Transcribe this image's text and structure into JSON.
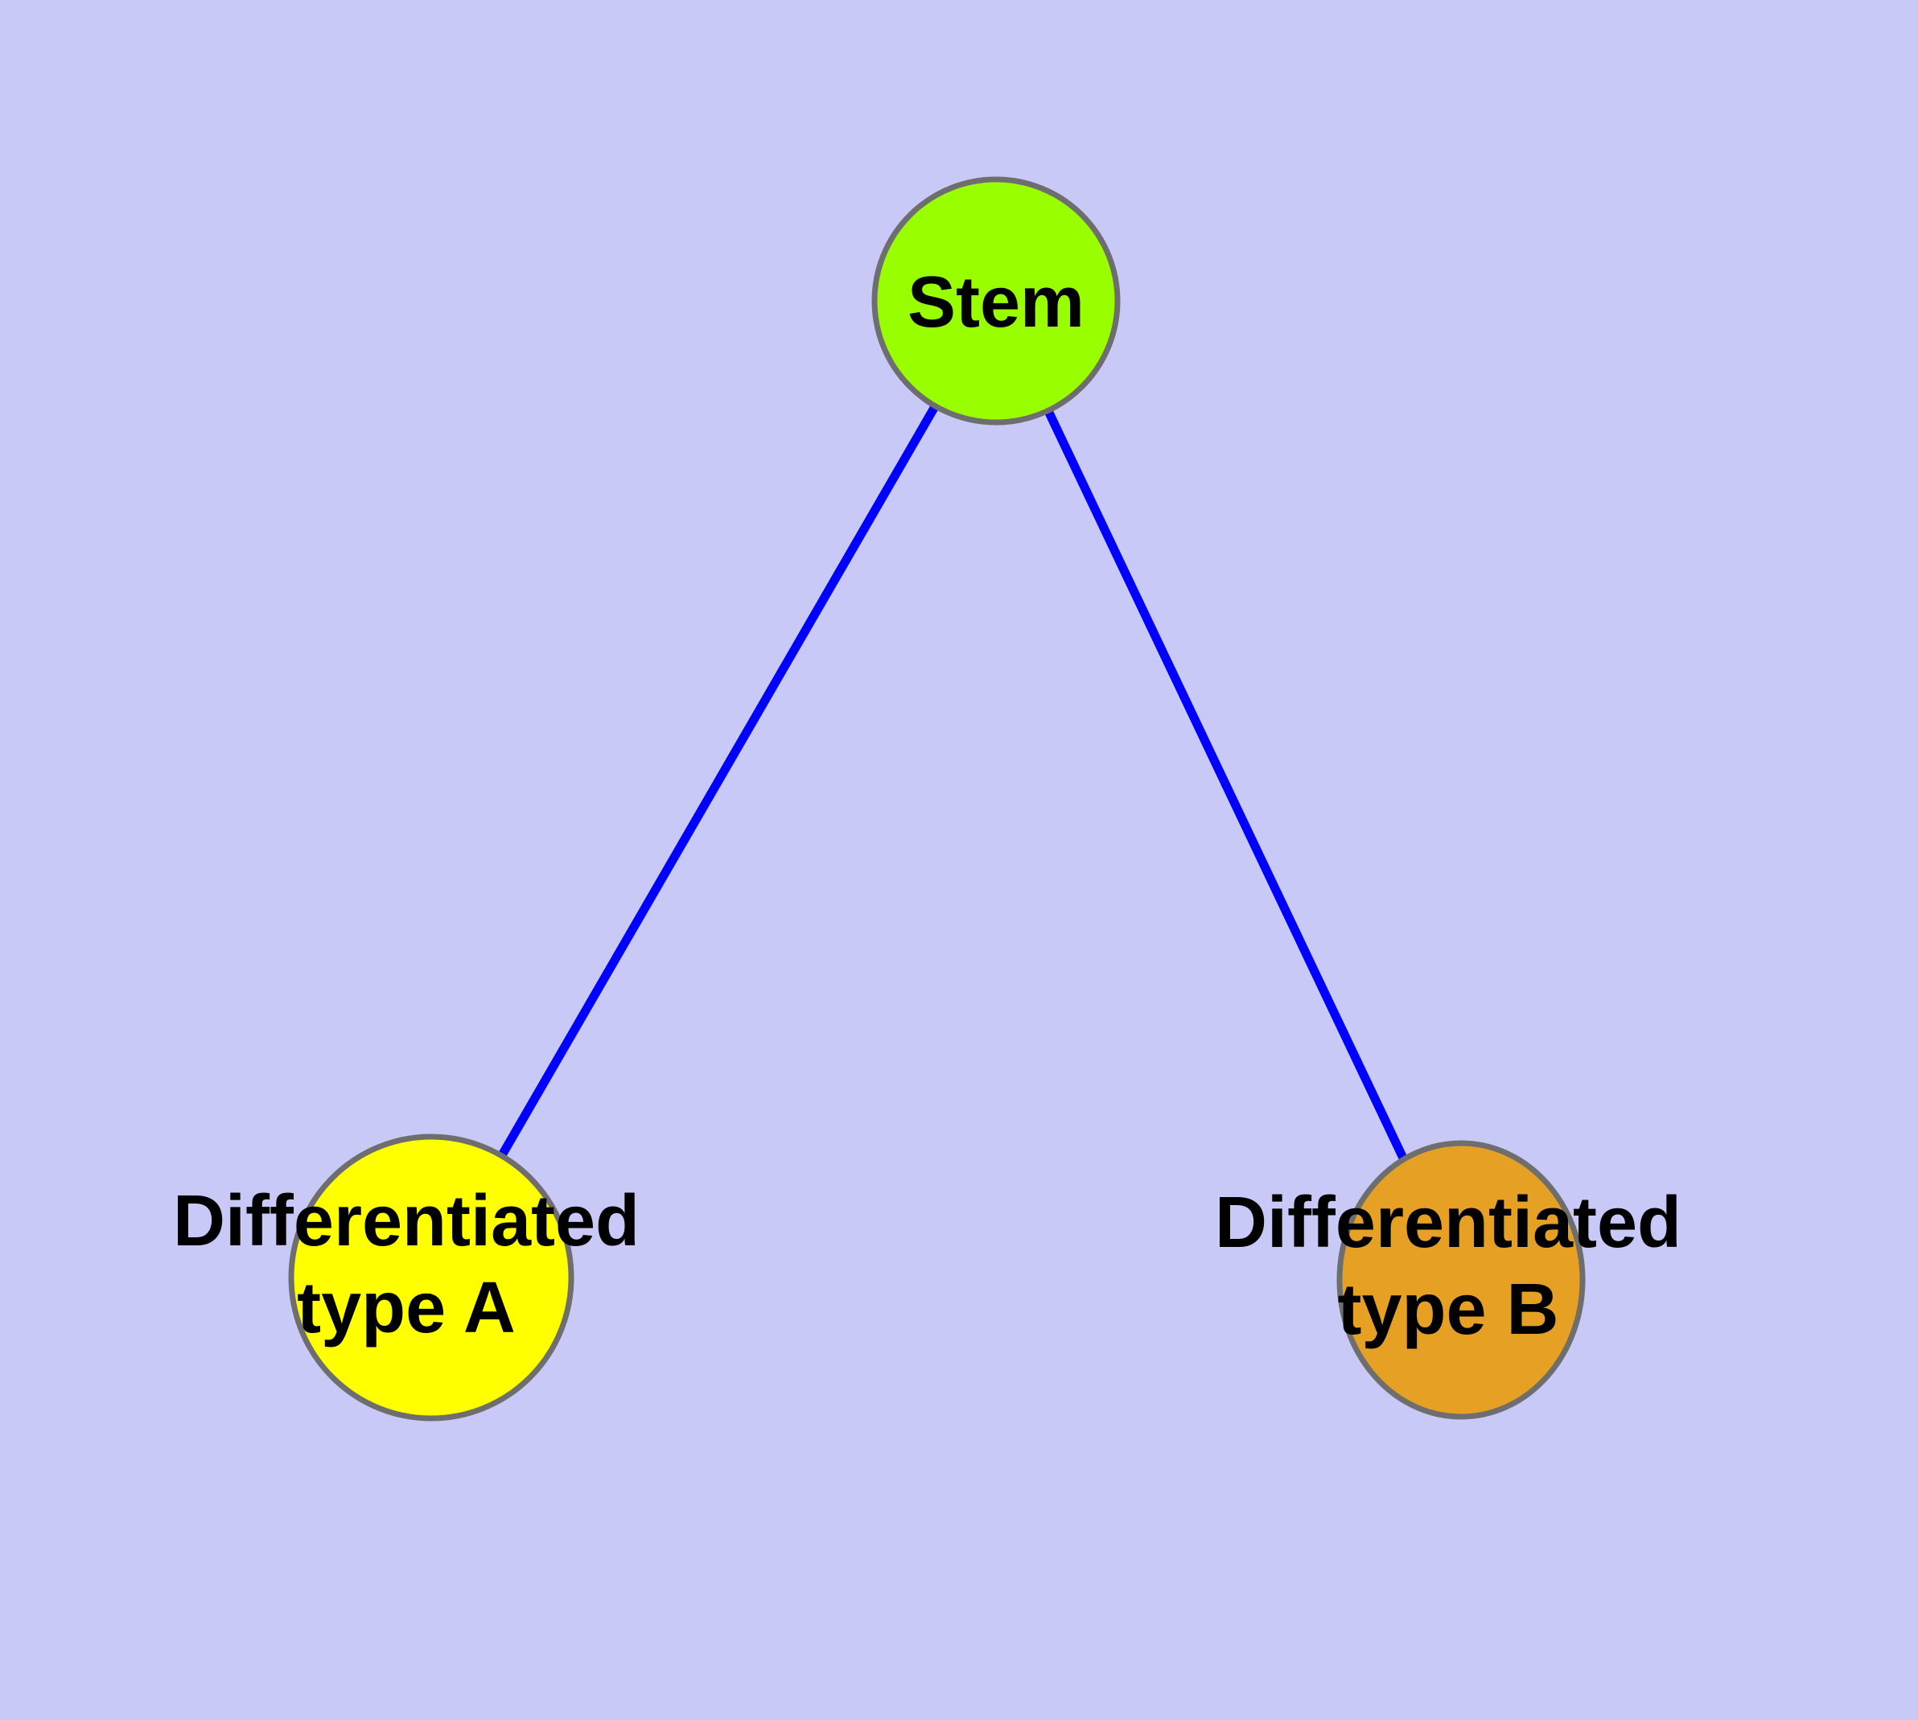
{
  "diagram": {
    "type": "node-link-graph",
    "colors": {
      "background": "#C9C9F8",
      "edge": "#0000FF",
      "node_border": "#6E6E6E",
      "label_text": "#000000"
    },
    "nodes": {
      "stem": {
        "label": "Stem",
        "fill": "#99FE00"
      },
      "diff_a": {
        "label_line1": "Differentiated",
        "label_line2": "type A",
        "fill": "#FFFF00"
      },
      "diff_b": {
        "label_line1": "Differentiated",
        "label_line2": "type B",
        "fill": "#E6A125"
      }
    },
    "edges": [
      {
        "from": "Stem",
        "to": "Differentiated type A"
      },
      {
        "from": "Stem",
        "to": "Differentiated type B"
      }
    ]
  }
}
